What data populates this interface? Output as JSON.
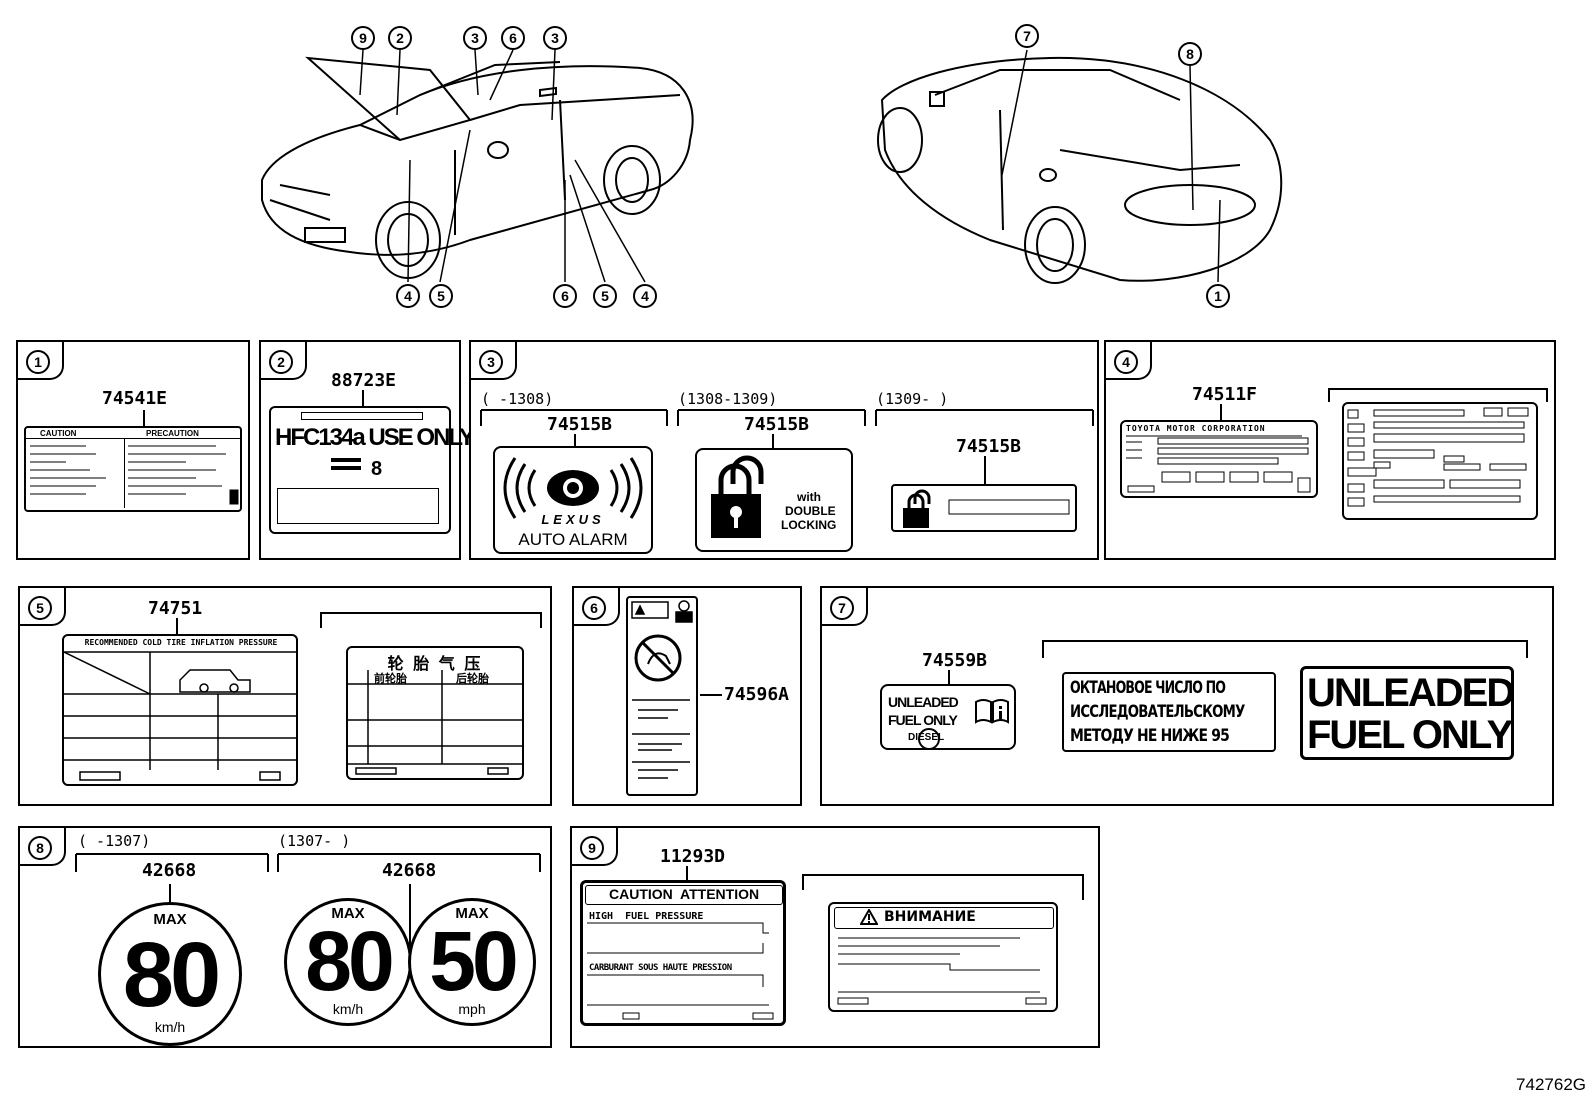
{
  "diagram_id": "742762G",
  "callouts_front": [
    "9",
    "2",
    "3",
    "6",
    "3",
    "4",
    "5",
    "6",
    "5",
    "4"
  ],
  "callouts_rear": [
    "7",
    "8",
    "1"
  ],
  "panels": {
    "p1": {
      "num": "1",
      "part": "74541E",
      "caution": "CAUTION",
      "precaution": "PRECAUTION"
    },
    "p2": {
      "num": "2",
      "part": "88723E",
      "text1": "HFC134a USE ONLY",
      "digit": "8"
    },
    "p3": {
      "num": "3",
      "col1": {
        "range": "(    -1308)",
        "part": "74515B",
        "brand": "LEXUS",
        "text": "AUTO ALARM"
      },
      "col2": {
        "range": "(1308-1309)",
        "part": "74515B",
        "text_with": "with",
        "text_double": "DOUBLE",
        "text_locking": "LOCKING"
      },
      "col3": {
        "range": "(1309-     )",
        "part": "74515B"
      }
    },
    "p4": {
      "num": "4",
      "part": "74511F",
      "maker": "TOYOTA MOTOR CORPORATION"
    },
    "p5": {
      "num": "5",
      "part": "74751",
      "tire_title": "RECOMMENDED COLD TIRE INFLATION PRESSURE",
      "cn_title": "轮 胎 气 压",
      "cn_front": "前轮胎",
      "cn_rear": "后轮胎"
    },
    "p6": {
      "num": "6",
      "part": "74596A"
    },
    "p7": {
      "num": "7",
      "part": "74559B",
      "small_l1": "UNLEADED",
      "small_l2": "FUEL ONLY",
      "small_diesel": "DIESEL",
      "ru_l1": "ОКТАНОВОЕ ЧИСЛО ПО",
      "ru_l2": "ИССЛЕДОВАТЕЛЬСКОМУ",
      "ru_l3": "МЕТОДУ НЕ НИЖЕ 95",
      "big_l1": "UNLEADED",
      "big_l2": "FUEL ONLY"
    },
    "p8": {
      "num": "8",
      "col1": {
        "range": "(    -1307)",
        "part": "42668",
        "max": "MAX",
        "value": "80",
        "unit": "km/h"
      },
      "col2": {
        "range": "(1307-     )",
        "part": "42668",
        "max1": "MAX",
        "value1": "80",
        "unit1": "km/h",
        "max2": "MAX",
        "value2": "50",
        "unit2": "mph"
      }
    },
    "p9": {
      "num": "9",
      "part": "11293D",
      "head": "CAUTION  ATTENTION",
      "line1": "HIGH  FUEL PRESSURE",
      "line2": "CARBURANT SOUS HAUTE PRESSION",
      "ru_head": "ВНИМАНИЕ"
    }
  }
}
